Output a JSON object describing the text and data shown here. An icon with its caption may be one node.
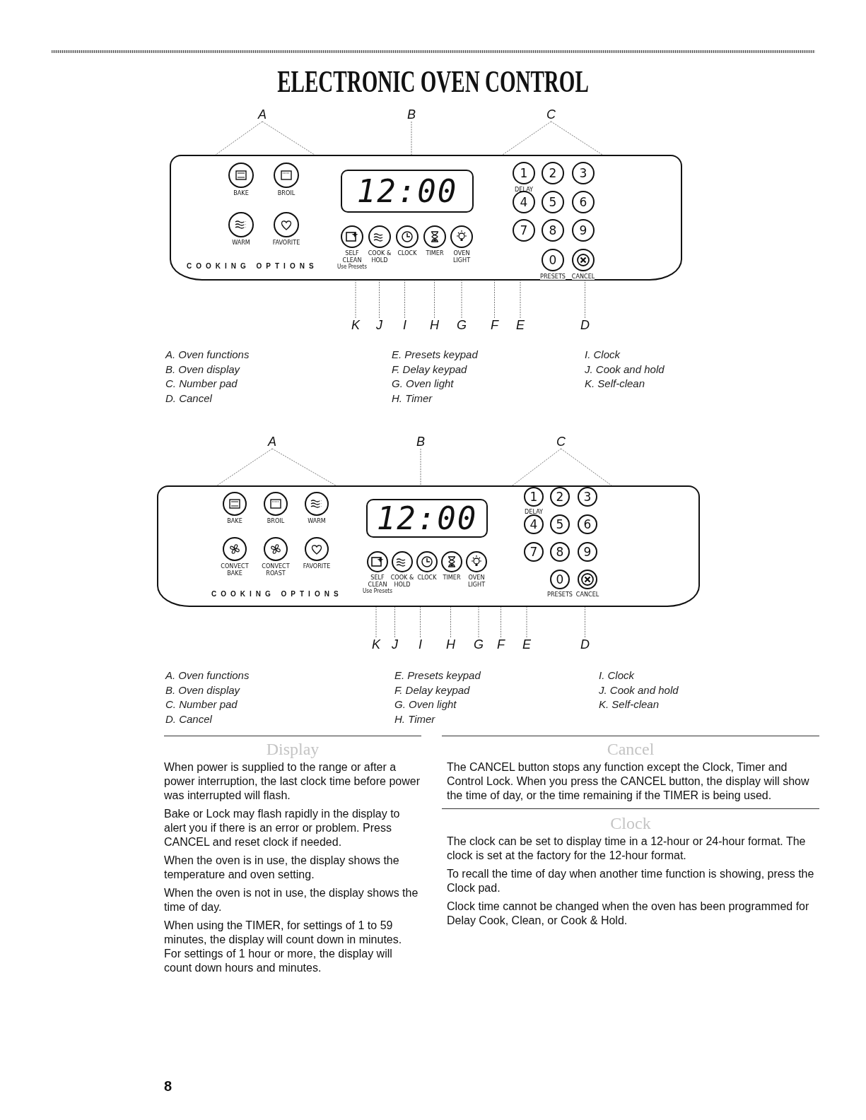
{
  "diagram": {
    "title": "ELECTRONIC OVEN CONTROL",
    "nodes": [
      {
        "text": [
          "COOKING OPTIONS"
        ]
      },
      {
        "text": [
          "BAKE"
        ],
        "in": 0
      },
      {
        "text": [
          "BROIL"
        ],
        "in": 0
      },
      {
        "text": [
          "WARM"
        ],
        "in": 0
      },
      {
        "text": [
          "FAVORITE"
        ],
        "in": 0
      },
      {
        "text": [
          "12:00"
        ],
        "in": 0
      },
      {
        "text": [
          "SELF CLEAN",
          "Use Presets"
        ],
        "in": 0
      },
      {
        "text": [
          "COOK & HOLD"
        ],
        "in": 0
      },
      {
        "text": [
          "CLOCK"
        ],
        "in": 0
      },
      {
        "text": [
          "TIMER"
        ],
        "in": 0
      },
      {
        "text": [
          "OVEN LIGHT"
        ],
        "in": 0
      },
      {
        "text": [
          "1",
          "DELAY"
        ],
        "in": 0
      },
      {
        "text": [
          "2"
        ],
        "in": 0
      },
      {
        "text": [
          "3"
        ],
        "in": 0
      },
      {
        "text": [
          "4"
        ],
        "in": 0
      },
      {
        "text": [
          "5"
        ],
        "in": 0
      },
      {
        "text": [
          "6"
        ],
        "in": 0
      },
      {
        "text": [
          "7"
        ],
        "in": 0
      },
      {
        "text": [
          "8"
        ],
        "in": 0
      },
      {
        "text": [
          "9"
        ],
        "in": 0
      },
      {
        "text": [
          "0",
          "PRESETS"
        ],
        "in": 0
      },
      {
        "text": [
          "CANCEL"
        ],
        "in": 0
      },
      {
        "text": [
          "A"
        ]
      },
      {
        "text": [
          "B"
        ]
      },
      {
        "text": [
          "C"
        ]
      },
      {
        "text": [
          "K"
        ]
      },
      {
        "text": [
          "J"
        ]
      },
      {
        "text": [
          "I"
        ]
      },
      {
        "text": [
          "H"
        ]
      },
      {
        "text": [
          "G"
        ]
      },
      {
        "text": [
          "F"
        ]
      },
      {
        "text": [
          "E"
        ]
      },
      {
        "text": [
          "D"
        ]
      },
      {
        "text": [
          "COOKING OPTIONS"
        ]
      },
      {
        "text": [
          "BAKE"
        ],
        "in": 33
      },
      {
        "text": [
          "BROIL"
        ],
        "in": 33
      },
      {
        "text": [
          "WARM"
        ],
        "in": 33
      },
      {
        "text": [
          "CONVECT BAKE"
        ],
        "in": 33
      },
      {
        "text": [
          "CONVECT ROAST"
        ],
        "in": 33
      },
      {
        "text": [
          "FAVORITE"
        ],
        "in": 33
      },
      {
        "text": [
          "12:00"
        ],
        "in": 33
      },
      {
        "text": [
          "SELF CLEAN",
          "Use Presets"
        ],
        "in": 33
      },
      {
        "text": [
          "COOK & HOLD"
        ],
        "in": 33
      },
      {
        "text": [
          "CLOCK"
        ],
        "in": 33
      },
      {
        "text": [
          "TIMER"
        ],
        "in": 33
      },
      {
        "text": [
          "OVEN LIGHT"
        ],
        "in": 33
      },
      {
        "text": [
          "1",
          "DELAY"
        ],
        "in": 33
      },
      {
        "text": [
          "2"
        ],
        "in": 33
      },
      {
        "text": [
          "3"
        ],
        "in": 33
      },
      {
        "text": [
          "4"
        ],
        "in": 33
      },
      {
        "text": [
          "5"
        ],
        "in": 33
      },
      {
        "text": [
          "6"
        ],
        "in": 33
      },
      {
        "text": [
          "7"
        ],
        "in": 33
      },
      {
        "text": [
          "8"
        ],
        "in": 33
      },
      {
        "text": [
          "9"
        ],
        "in": 33
      },
      {
        "text": [
          "0",
          "PRESETS"
        ],
        "in": 33
      },
      {
        "text": [
          "CANCEL"
        ],
        "in": 33
      },
      {
        "text": [
          "A"
        ]
      },
      {
        "text": [
          "B"
        ]
      },
      {
        "text": [
          "C"
        ]
      },
      {
        "text": [
          "K"
        ]
      },
      {
        "text": [
          "J"
        ]
      },
      {
        "text": [
          "I"
        ]
      },
      {
        "text": [
          "H"
        ]
      },
      {
        "text": [
          "G"
        ]
      },
      {
        "text": [
          "F"
        ]
      },
      {
        "text": [
          "E"
        ]
      },
      {
        "text": [
          "D"
        ]
      }
    ],
    "edges": [
      {
        "from": 22,
        "to": 0,
        "arrow": "none"
      },
      {
        "from": 22,
        "to": 0,
        "arrow": "none"
      },
      {
        "from": 23,
        "to": 5,
        "arrow": "none"
      },
      {
        "from": 24,
        "to": 0,
        "arrow": "none"
      },
      {
        "from": 24,
        "to": 0,
        "arrow": "none"
      },
      {
        "from": 25,
        "to": 6,
        "arrow": "none"
      },
      {
        "from": 26,
        "to": 7,
        "arrow": "none"
      },
      {
        "from": 27,
        "to": 8,
        "arrow": "none"
      },
      {
        "from": 28,
        "to": 9,
        "arrow": "none"
      },
      {
        "from": 29,
        "to": 10,
        "arrow": "none"
      },
      {
        "from": 30,
        "to": 11,
        "arrow": "none"
      },
      {
        "from": 31,
        "to": 20,
        "arrow": "none"
      },
      {
        "from": 32,
        "to": 21,
        "arrow": "none"
      },
      {
        "from": 57,
        "to": 33,
        "arrow": "none"
      },
      {
        "from": 57,
        "to": 33,
        "arrow": "none"
      },
      {
        "from": 58,
        "to": 40,
        "arrow": "none"
      },
      {
        "from": 59,
        "to": 33,
        "arrow": "none"
      },
      {
        "from": 59,
        "to": 33,
        "arrow": "none"
      },
      {
        "from": 60,
        "to": 41,
        "arrow": "none"
      },
      {
        "from": 61,
        "to": 42,
        "arrow": "none"
      },
      {
        "from": 62,
        "to": 43,
        "arrow": "none"
      },
      {
        "from": 63,
        "to": 44,
        "arrow": "none"
      },
      {
        "from": 64,
        "to": 45,
        "arrow": "none"
      },
      {
        "from": 65,
        "to": 46,
        "arrow": "none"
      },
      {
        "from": 66,
        "to": 55,
        "arrow": "none"
      },
      {
        "from": 67,
        "to": 56,
        "arrow": "none"
      }
    ],
    "labels": [
      "A. Oven functions",
      "B. Oven display",
      "C. Number pad",
      "D. Cancel",
      "E. Presets keypad",
      "F. Delay keypad",
      "G. Oven light",
      "H. Timer",
      "I. Clock",
      "J. Cook and hold",
      "K. Self-clean",
      "A. Oven functions",
      "B. Oven display",
      "C. Number pad",
      "D. Cancel",
      "E. Presets keypad",
      "F. Delay keypad",
      "G. Oven light",
      "H. Timer",
      "I. Clock",
      "J. Cook and hold",
      "K. Self-clean",
      "Display",
      "When power is supplied to the range or after a power interruption, the last clock time before power was interrupted will flash.",
      "Bake or Lock may flash rapidly in the display to alert you if there is an error or problem. Press CANCEL and reset clock if needed.",
      "When the oven is in use, the display shows the temperature and oven setting.",
      "When the oven is not in use, the display shows the time of day.",
      "When using the TIMER, for settings of 1 to 59 minutes, the display will count down in minutes. For settings of 1 hour or more, the display will count down hours and minutes.",
      "Cancel",
      "The CANCEL button stops any function except the Clock, Timer and Control Lock. When you press the CANCEL button, the display will show the time of day, or the time remaining if the TIMER is being used.",
      "Clock",
      "The clock can be set to display time in a 12-hour or 24-hour format. The clock is set at the factory for the 12-hour format.",
      "To recall the time of day when another time function is showing, press the Clock pad.",
      "Clock time cannot be changed when the oven has been programmed for Delay Cook, Clean, or Cook & Hold.",
      "8"
    ]
  }
}
